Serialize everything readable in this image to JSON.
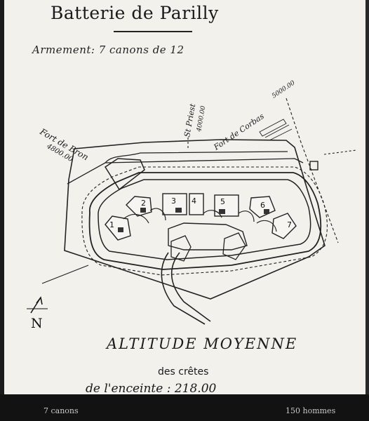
{
  "document": {
    "title": "Batterie de Parilly",
    "armament": "Armement: 7 canons de 12",
    "direction_labels": {
      "fort_bron": "Fort de Bron",
      "fort_bron_distance": "4800.00",
      "st_priest": "St Priest",
      "st_priest_distance": "4000.00",
      "fort_corbas": "Fort de Corbas",
      "fort_corbas_distance": "5000.00"
    },
    "gun_positions": [
      "1",
      "2",
      "3",
      "4",
      "5",
      "6",
      "7"
    ],
    "north_label": "N",
    "altitude_heading": "ALTITUDE MOYENNE",
    "altitude_sub": "des crêtes",
    "enceinte_line": "de l'enceinte : 218.00"
  },
  "caption": {
    "left": "7 canons",
    "right": "150 hommes"
  }
}
